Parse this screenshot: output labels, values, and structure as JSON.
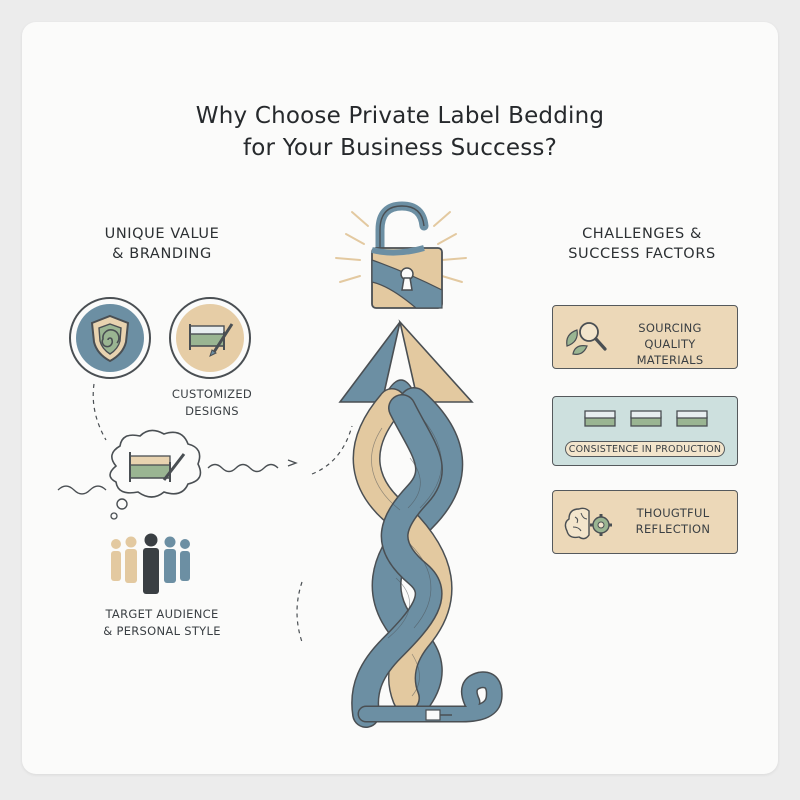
{
  "title": {
    "line1": "Why Choose Private Label Bedding",
    "line2": "for Your Business Success?"
  },
  "left": {
    "heading_line1": "UNIQUE VALUE",
    "heading_line2": "& BRANDING",
    "customized_line1": "CUSTOMIZED",
    "customized_line2": "DESIGNS",
    "audience_line1": "TARGET AUDIENCE",
    "audience_line2": "& PERSONAL STYLE"
  },
  "right": {
    "heading_line1": "CHALLENGES &",
    "heading_line2": "SUCCESS FACTORS",
    "sourcing_line1": "SOURCING",
    "sourcing_line2": "QUALITY MATERIALS",
    "consistency": "CONSISTENCE IN PRODUCTION",
    "reflection_line1": "THOUGTFUL",
    "reflection_line2": "REFLECTION"
  },
  "colors": {
    "blue": "#6c8fa3",
    "tan": "#e3c9a0",
    "sage": "#9ab592",
    "ink": "#4a4f53"
  },
  "icons": [
    "shield-spiral-icon",
    "bed-brush-icon",
    "thought-bed-icon",
    "people-group-icon",
    "leaf-magnifier-icon",
    "beds-row-icon",
    "brain-gear-icon",
    "unlocked-padlock-icon",
    "braided-arrow-icon",
    "key-icon"
  ]
}
